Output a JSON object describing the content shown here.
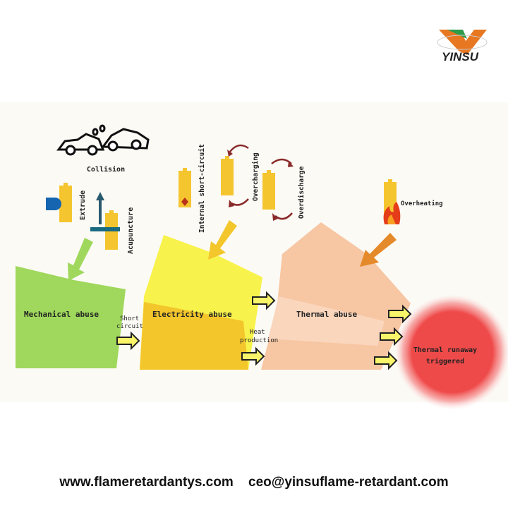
{
  "logo": {
    "text": "YINSU"
  },
  "triggers": {
    "collision": "Collision",
    "extrude": "Extrude",
    "acupuncture": "Acupuncture",
    "internal_short": "Internal short-circuit",
    "overcharging": "Overcharging",
    "overdischarge": "Overdischarge",
    "overheating": "Overheating"
  },
  "stages": {
    "mechanical": "Mechanical abuse",
    "electricity": "Electricity abuse",
    "thermal": "Thermal abuse",
    "runaway_line1": "Thermal runaway",
    "runaway_line2": "triggered"
  },
  "transitions": {
    "short_1": "Short",
    "short_2": "circuit",
    "heat_1": "Heat",
    "heat_2": "production"
  },
  "footer": {
    "website": "www.flameretardantys.com",
    "email": "ceo@yinsuflame-retardant.com"
  },
  "colors": {
    "mechanical": "#9fd85c",
    "electricity_top": "#f8f24c",
    "electricity_bottom": "#f3c62c",
    "thermal": "#f7c6a3",
    "runaway": "#ef4a4a",
    "battery": "#f5c530"
  }
}
